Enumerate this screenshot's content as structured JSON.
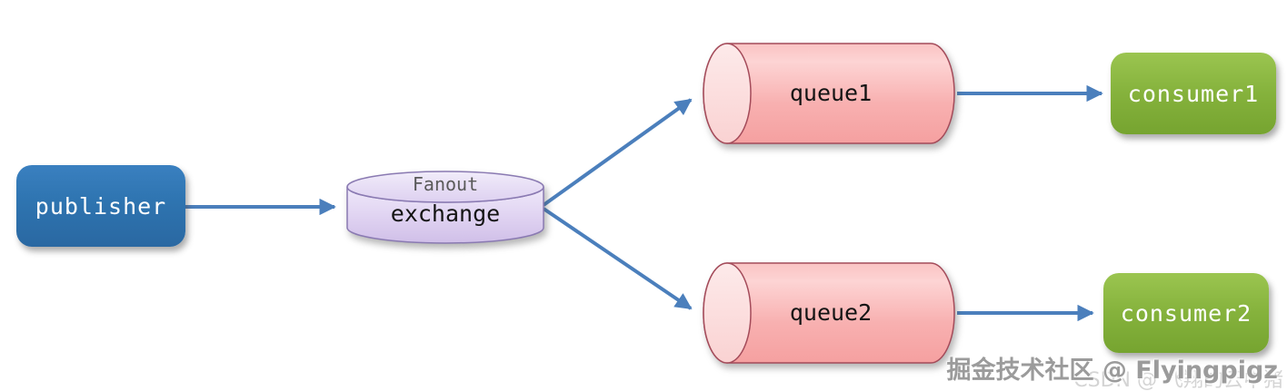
{
  "diagram": {
    "publisher": {
      "label": "publisher"
    },
    "exchange": {
      "type_label": "Fanout",
      "label": "exchange"
    },
    "queues": [
      {
        "label": "queue1"
      },
      {
        "label": "queue2"
      }
    ],
    "consumers": [
      {
        "label": "consumer1"
      },
      {
        "label": "consumer2"
      }
    ]
  },
  "watermarks": {
    "primary": "掘金技术社区 @ Flyingpigz",
    "secondary": "CSDN @ 飞翔的云中猪"
  },
  "colors": {
    "arrow_blue": "#4b7fbc",
    "publisher_blue": "#2e74b0",
    "consumer_green": "#85b23c",
    "queue_pink": "#f7abab",
    "queue_cap_pink": "#fce8e8",
    "queue_outline": "#a44b5a",
    "exchange_lavender": "#dfd2f0",
    "exchange_outline": "#8a7ab2",
    "fanout_text_gray": "#5a5a5a",
    "label_dark": "#141414",
    "watermark_gray": "#9b9b9b",
    "watermark_light": "#d4d4d4"
  }
}
